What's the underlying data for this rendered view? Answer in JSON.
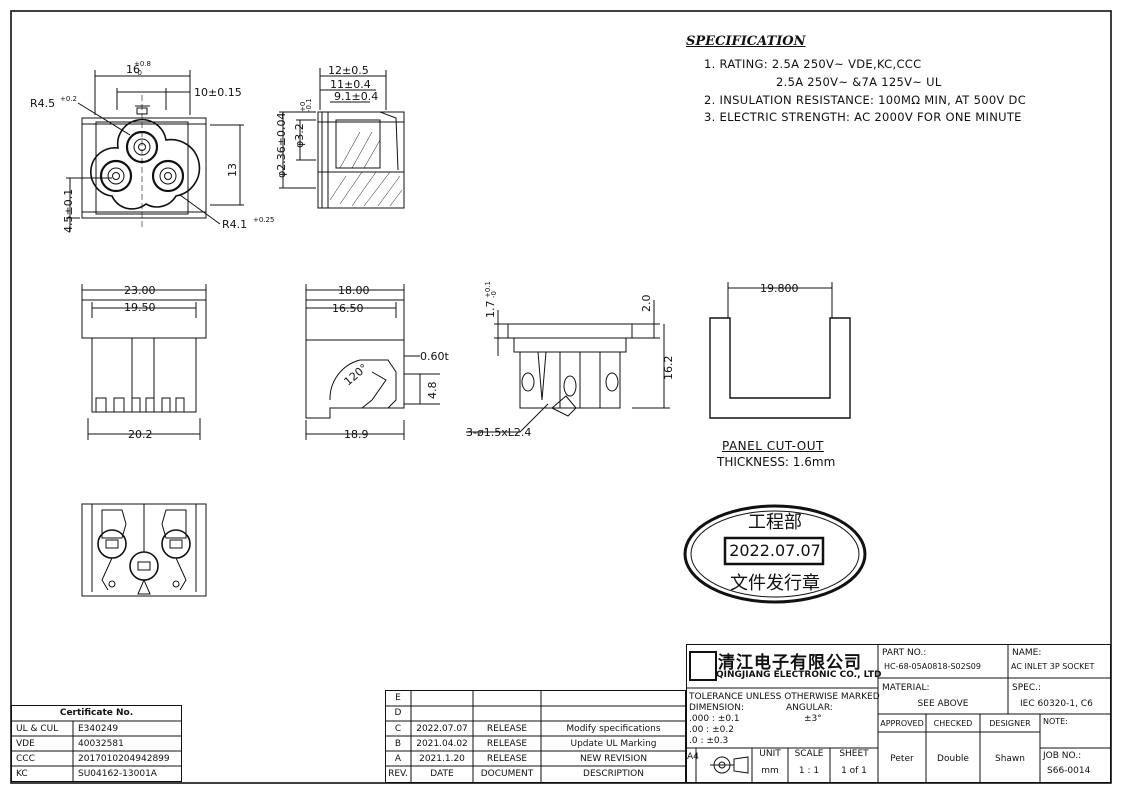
{
  "specification": {
    "title": "SPECIFICATION",
    "items": [
      "1. RATING:  2.5A  250V~  VDE,KC,CCC",
      "2.5A  250V~  &7A  125V~  UL",
      "2. INSULATION  RESISTANCE:  100MΩ  MIN,  AT  500V  DC",
      "3. ELECTRIC  STRENGTH:  AC  2000V  FOR  ONE  MINUTE"
    ]
  },
  "dimensions": {
    "front": [
      "16",
      "10±0.15",
      "R4.5",
      "13",
      "4.5±0.1",
      "R4.1",
      "+0.8",
      "-0",
      "+0.2",
      "+0.25"
    ],
    "side": [
      "12±0.5",
      "11±0.4",
      "9.1±0.4",
      "φ2.36±0.04",
      "φ3.2",
      "+0",
      "-0.1"
    ],
    "row2a": [
      "23.00",
      "19.50",
      "20.2"
    ],
    "row2b": [
      "18.00",
      "16.50",
      "0.60t",
      "120°",
      "4.8",
      "18.9"
    ],
    "row2c": [
      "1.7",
      "+0.1",
      "-0",
      "2.0",
      "16.2",
      "3-ø1.5xL2.4"
    ],
    "panel": [
      "19.800"
    ]
  },
  "panel_cutout": {
    "title": "PANEL  CUT-OUT",
    "thickness": "THICKNESS: 1.6mm"
  },
  "stamp": {
    "top": "工程部",
    "date": "2022.07.07",
    "bottom": "文件发行章"
  },
  "certificates": {
    "header": "Certificate No.",
    "rows": [
      {
        "name": "UL  &  CUL",
        "no": "E340249"
      },
      {
        "name": "VDE",
        "no": "40032581"
      },
      {
        "name": "CCC",
        "no": "2017010204942899"
      },
      {
        "name": "KC",
        "no": "SU04162-13001A"
      }
    ]
  },
  "revisions": {
    "rows": [
      {
        "rev": "E",
        "date": "",
        "doc": "",
        "desc": ""
      },
      {
        "rev": "D",
        "date": "",
        "doc": "",
        "desc": ""
      },
      {
        "rev": "C",
        "date": "2022.07.07",
        "doc": "RELEASE",
        "desc": "Modify  specifications"
      },
      {
        "rev": "B",
        "date": "2021.04.02",
        "doc": "RELEASE",
        "desc": "Update  UL  Marking"
      },
      {
        "rev": "A",
        "date": "2021.1.20",
        "doc": "RELEASE",
        "desc": "NEW  REVISION"
      }
    ],
    "headers": {
      "rev": "REV.",
      "date": "DATE",
      "doc": "DOCUMENT",
      "desc": "DESCRIPTION"
    }
  },
  "title_block": {
    "company_cn": "清江电子有限公司",
    "company_en": "QINGJIANG ELECTRONIC CO., LTD",
    "part_no_label": "PART  NO.:",
    "part_no": "HC-68-05A0818-S02S09",
    "name_label": "NAME:",
    "name": "AC  INLET  3P  SOCKET",
    "tolerance": "TOLERANCE  UNLESS  OTHERWISE  MARKED",
    "dimension_label": "DIMENSION:",
    "angular_label": "ANGULAR:",
    "tol1": ".000  :  ±0.1",
    "tol2": ".00   :  ±0.2",
    "tol3": ".0    :  ±0.3",
    "angular": "±3°",
    "material_label": "MATERIAL:",
    "material": "SEE  ABOVE",
    "spec_label": "SPEC.:",
    "spec": "IEC  60320-1,  C6",
    "approved_label": "APPROVED",
    "checked_label": "CHECKED",
    "designer_label": "DESIGNER",
    "note_label": "NOTE:",
    "approved": "Peter",
    "checked": "Double",
    "designer": "Shawn",
    "unit_label": "UNIT",
    "unit": "mm",
    "scale_label": "SCALE",
    "scale": "1 : 1",
    "sheet_label": "SHEET",
    "sheet": "1 of 1",
    "job_label": "JOB  NO.:",
    "job": "S66-0014",
    "size": "A4"
  }
}
